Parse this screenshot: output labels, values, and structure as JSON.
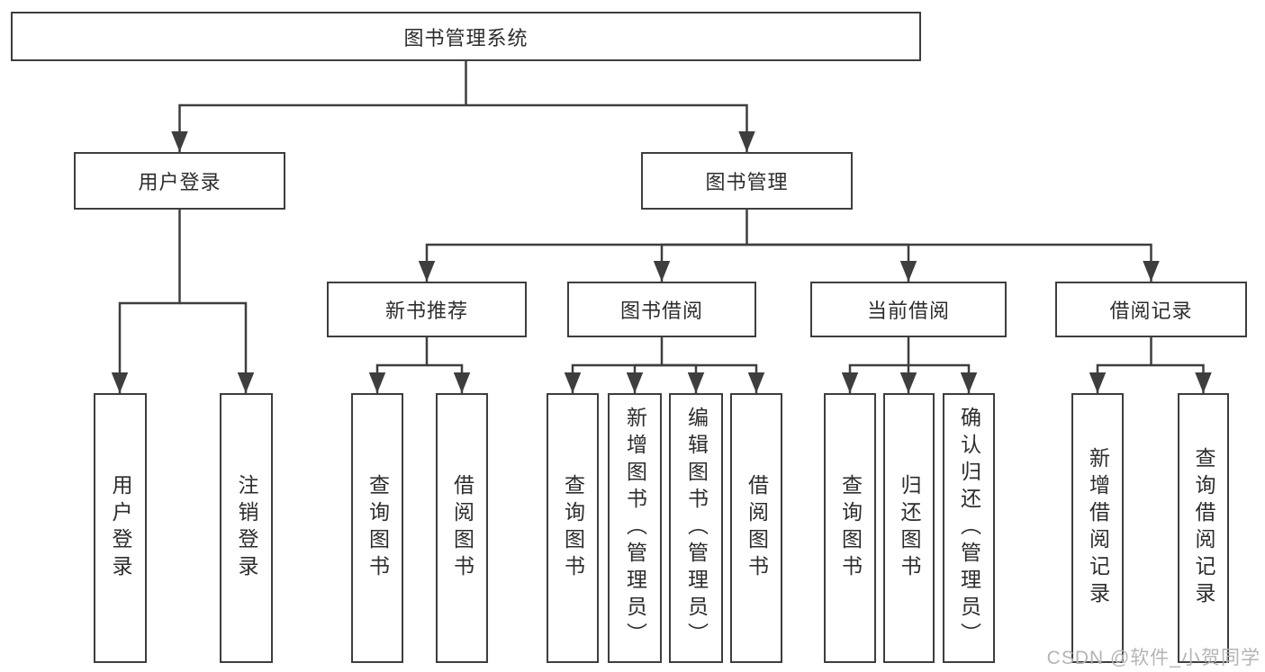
{
  "page": {
    "watermark": "CSDN @软件_小贺同学",
    "colors": {
      "line": "#3e3e3e",
      "text": "#2d2d2d",
      "watermark": "#b4b4b4",
      "background": "#ffffff"
    }
  },
  "tree": {
    "root": {
      "label": "图书管理系统"
    },
    "level2": [
      {
        "id": "user-login",
        "label": "用户登录",
        "parent": "root"
      },
      {
        "id": "book-management",
        "label": "图书管理",
        "parent": "root"
      }
    ],
    "level3": [
      {
        "id": "new-book-recommend",
        "label": "新书推荐",
        "parent": "book-management"
      },
      {
        "id": "book-borrow",
        "label": "图书借阅",
        "parent": "book-management"
      },
      {
        "id": "current-borrow",
        "label": "当前借阅",
        "parent": "book-management"
      },
      {
        "id": "borrow-records",
        "label": "借阅记录",
        "parent": "book-management"
      }
    ],
    "level4": [
      {
        "label": "用户登录",
        "parent": "user-login"
      },
      {
        "label": "注销登录",
        "parent": "user-login"
      },
      {
        "label": "查询图书",
        "parent": "new-book-recommend"
      },
      {
        "label": "借阅图书",
        "parent": "new-book-recommend"
      },
      {
        "label": "查询图书",
        "parent": "book-borrow"
      },
      {
        "label": "新增图书（管理员）",
        "parent": "book-borrow"
      },
      {
        "label": "编辑图书（管理员）",
        "parent": "book-borrow"
      },
      {
        "label": "借阅图书",
        "parent": "book-borrow"
      },
      {
        "label": "查询图书",
        "parent": "current-borrow"
      },
      {
        "label": "归还图书",
        "parent": "current-borrow"
      },
      {
        "label": "确认归还（管理员）",
        "parent": "current-borrow"
      },
      {
        "label": "新增借阅记录",
        "parent": "borrow-records"
      },
      {
        "label": "查询借阅记录",
        "parent": "borrow-records"
      }
    ]
  }
}
